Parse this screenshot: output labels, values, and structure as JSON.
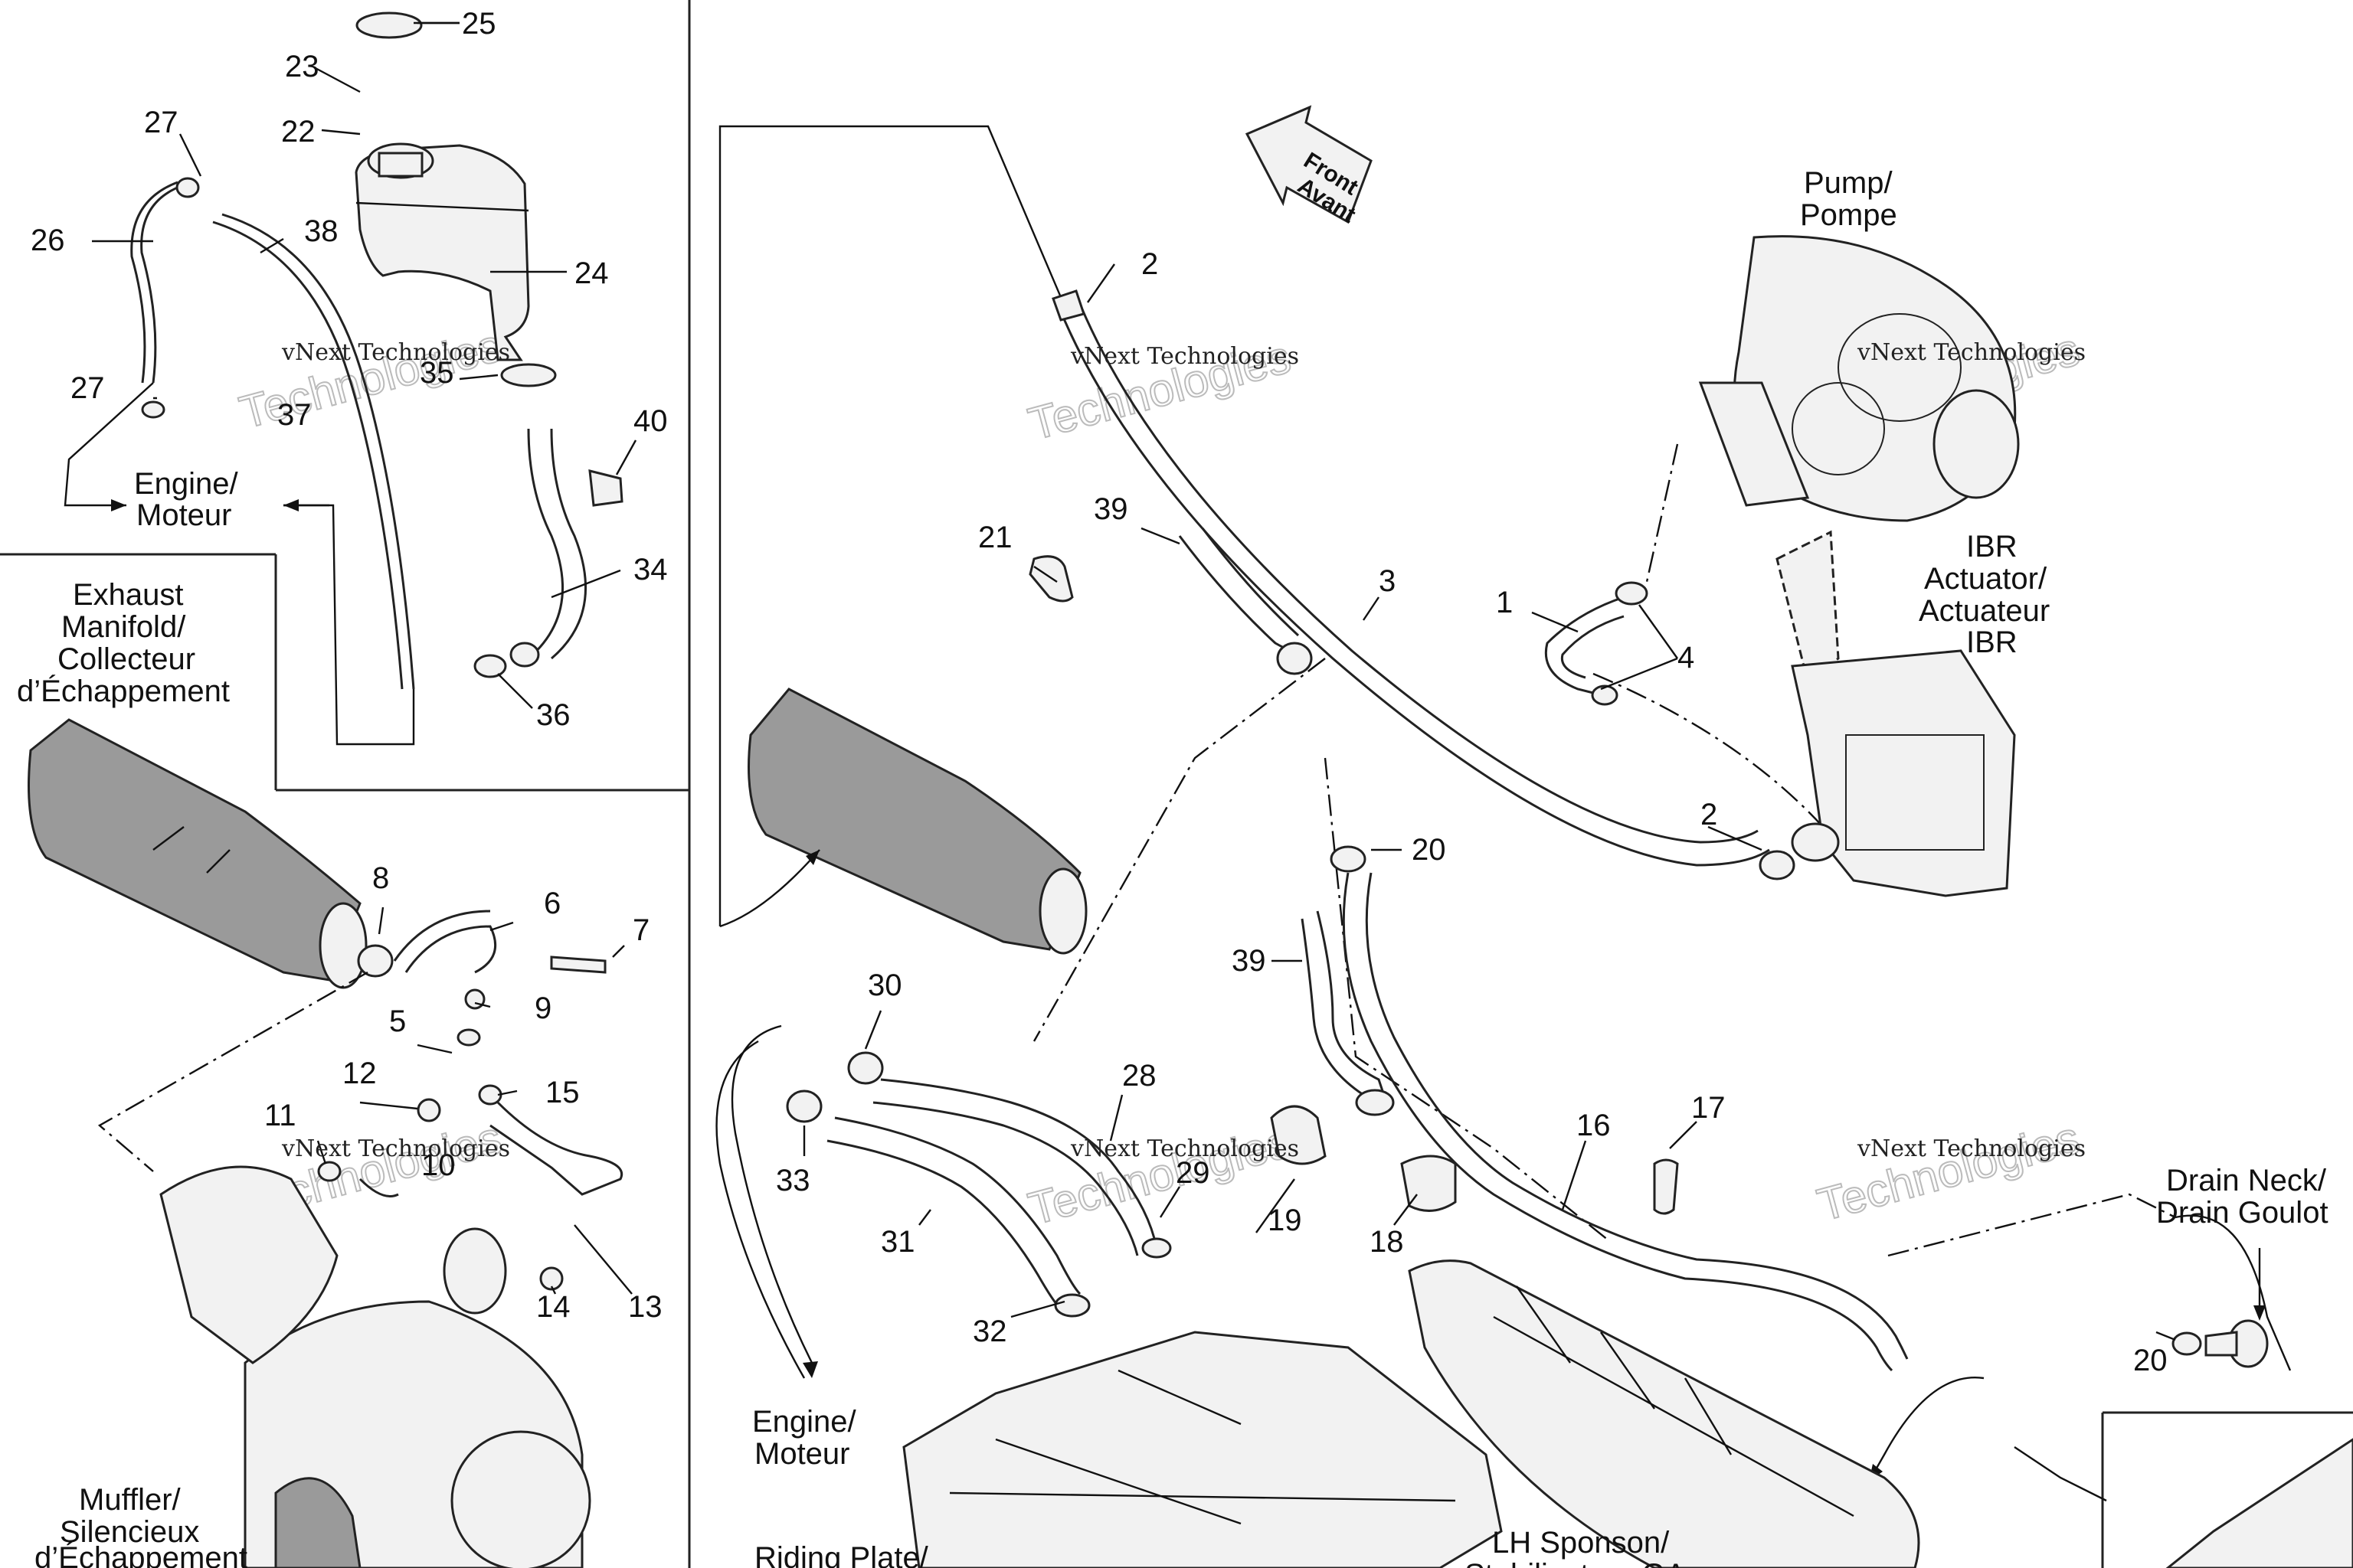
{
  "callouts": [
    {
      "id": "c25",
      "text": "25"
    },
    {
      "id": "c23",
      "text": "23"
    },
    {
      "id": "c22",
      "text": "22"
    },
    {
      "id": "c27a",
      "text": "27"
    },
    {
      "id": "c26",
      "text": "26"
    },
    {
      "id": "c38",
      "text": "38"
    },
    {
      "id": "c24",
      "text": "24"
    },
    {
      "id": "c35",
      "text": "35"
    },
    {
      "id": "c27b",
      "text": "27"
    },
    {
      "id": "c37",
      "text": "37"
    },
    {
      "id": "c40",
      "text": "40"
    },
    {
      "id": "c34",
      "text": "34"
    },
    {
      "id": "c36",
      "text": "36"
    },
    {
      "id": "c8",
      "text": "8"
    },
    {
      "id": "c6",
      "text": "6"
    },
    {
      "id": "c7",
      "text": "7"
    },
    {
      "id": "c9",
      "text": "9"
    },
    {
      "id": "c5",
      "text": "5"
    },
    {
      "id": "c12",
      "text": "12"
    },
    {
      "id": "c15",
      "text": "15"
    },
    {
      "id": "c11",
      "text": "11"
    },
    {
      "id": "c10",
      "text": "10"
    },
    {
      "id": "c14",
      "text": "14"
    },
    {
      "id": "c13",
      "text": "13"
    },
    {
      "id": "c2a",
      "text": "2"
    },
    {
      "id": "c21",
      "text": "21"
    },
    {
      "id": "c39a",
      "text": "39"
    },
    {
      "id": "c3",
      "text": "3"
    },
    {
      "id": "c1",
      "text": "1"
    },
    {
      "id": "c4",
      "text": "4"
    },
    {
      "id": "c2b",
      "text": "2"
    },
    {
      "id": "c20a",
      "text": "20"
    },
    {
      "id": "c39b",
      "text": "39"
    },
    {
      "id": "c30",
      "text": "30"
    },
    {
      "id": "c28",
      "text": "28"
    },
    {
      "id": "c33",
      "text": "33"
    },
    {
      "id": "c29",
      "text": "29"
    },
    {
      "id": "c31",
      "text": "31"
    },
    {
      "id": "c19",
      "text": "19"
    },
    {
      "id": "c18",
      "text": "18"
    },
    {
      "id": "c16",
      "text": "16"
    },
    {
      "id": "c17",
      "text": "17"
    },
    {
      "id": "c32",
      "text": "32"
    },
    {
      "id": "c20b",
      "text": "20"
    }
  ],
  "labels": {
    "engine_top": [
      "Engine/",
      "Moteur"
    ],
    "exhaust_manifold": [
      "Exhaust",
      "Manifold/",
      "Collecteur",
      "d’Échappement"
    ],
    "muffler": [
      "Muffler/",
      "Silencieux",
      "d’Échappement"
    ],
    "pump": [
      "Pump/",
      "Pompe"
    ],
    "ibr": [
      "IBR",
      "Actuator/",
      "Actuateur",
      "IBR"
    ],
    "drain": [
      "Drain Neck/",
      "Drain Goulot"
    ],
    "engine_bottom": [
      "Engine/",
      "Moteur"
    ],
    "riding_plate": "Riding Plate/",
    "lh_sponson": [
      "LH Sponson/",
      "Stabilisateur GA"
    ],
    "front_arrow": [
      "Front",
      "Avant"
    ]
  },
  "watermark": {
    "line1": "vNext",
    "line2": "vNext Technologies",
    "line3": "Technologies"
  }
}
